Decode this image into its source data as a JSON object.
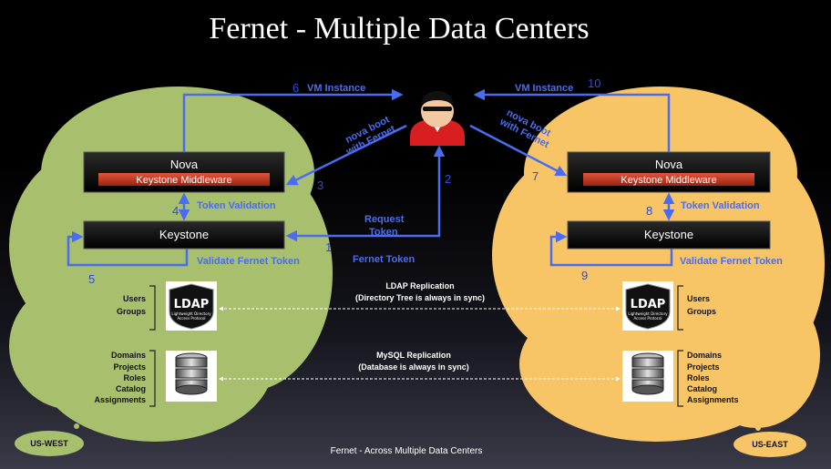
{
  "title": "Fernet - Multiple Data Centers",
  "west": {
    "region": "US-WEST",
    "nova": "Nova",
    "middleware": "Keystone Middleware",
    "keystone": "Keystone",
    "token_validation": "Token Validation",
    "validate_fernet": "Validate Fernet Token",
    "vm_instance": "VM Instance",
    "nova_boot_1": "nova boot",
    "nova_boot_2": "with Fernet",
    "request_token_1": "Request",
    "request_token_2": "Token",
    "fernet_token": "Fernet Token",
    "ldap_entities": [
      "Users",
      "Groups"
    ],
    "db_entities": [
      "Domains",
      "Projects",
      "Roles",
      "Catalog",
      "Assignments"
    ],
    "steps": {
      "vm": "6",
      "boot": "3",
      "validation": "4",
      "validate": "5",
      "request": "2",
      "token": "1"
    }
  },
  "east": {
    "region": "US-EAST",
    "nova": "Nova",
    "middleware": "Keystone Middleware",
    "keystone": "Keystone",
    "token_validation": "Token Validation",
    "validate_fernet": "Validate Fernet Token",
    "vm_instance": "VM Instance",
    "nova_boot_1": "nova boot",
    "nova_boot_2": "with Fernet",
    "ldap_entities": [
      "Users",
      "Groups"
    ],
    "db_entities": [
      "Domains",
      "Projects",
      "Roles",
      "Catalog",
      "Assignments"
    ],
    "steps": {
      "vm": "10",
      "boot": "7",
      "validation": "8",
      "validate": "9"
    }
  },
  "replication": {
    "ldap_title": "LDAP Replication",
    "ldap_note": "(Directory Tree is always in sync)",
    "mysql_title": "MySQL Replication",
    "mysql_note": "(Database is always in sync)"
  },
  "ldap_logo": {
    "big": "LDAP",
    "line1": "Lightweight Directory",
    "line2": "Access Protocol"
  },
  "caption": "Fernet - Across Multiple Data Centers",
  "colors": {
    "west_cloud": "#a8bf6e",
    "east_cloud": "#f7c466",
    "arrow": "#4a6cf0",
    "middleware": "#c0331f"
  }
}
